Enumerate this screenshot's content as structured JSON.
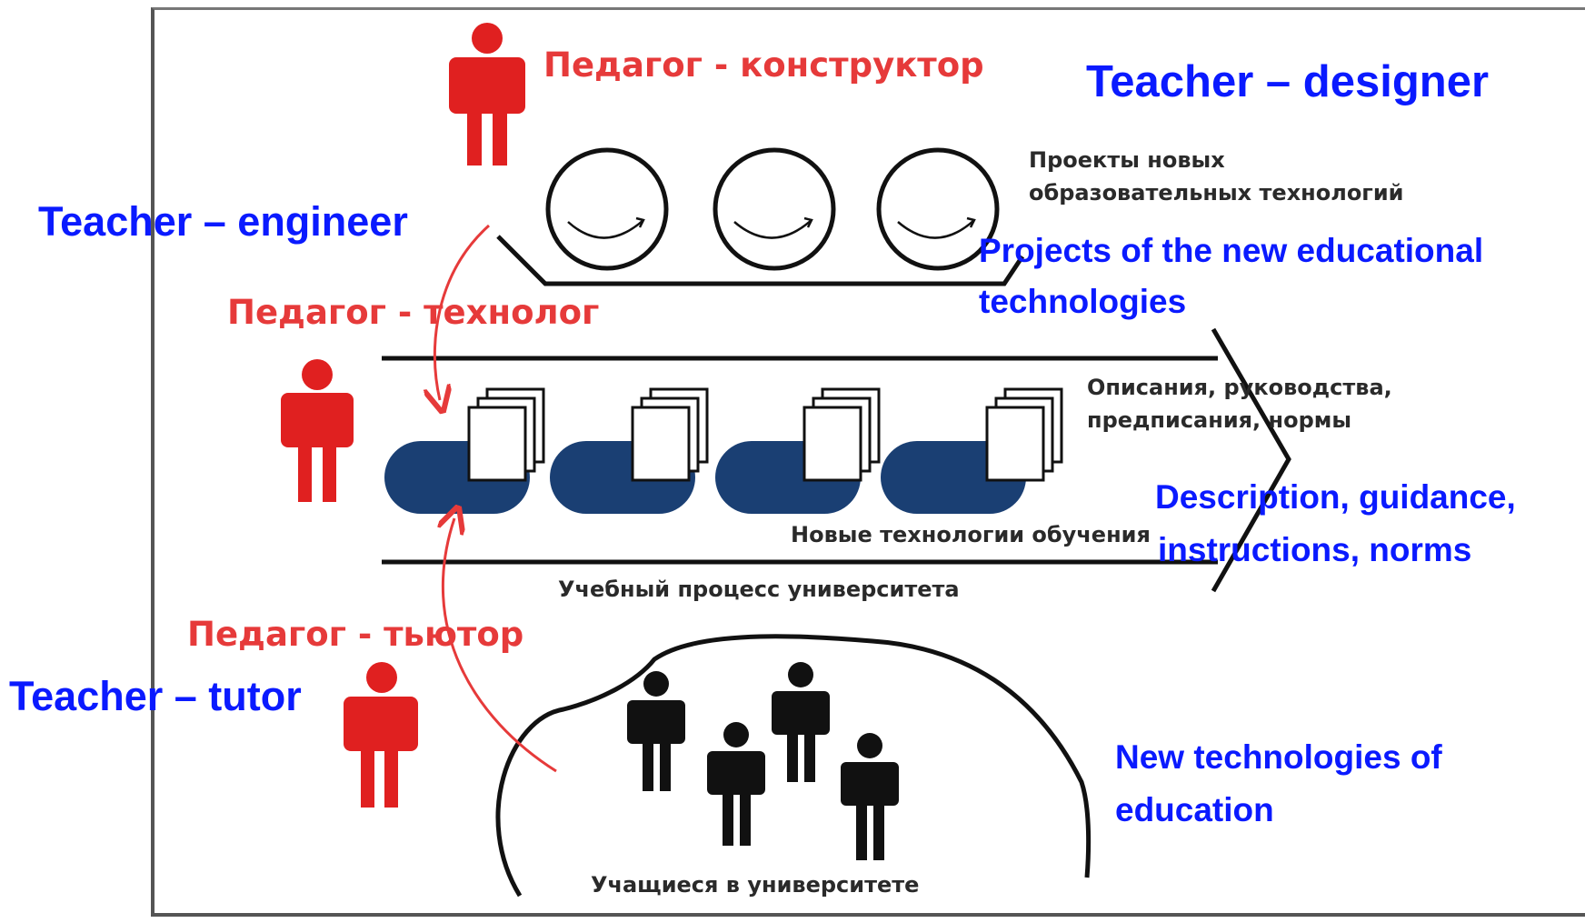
{
  "roles_ru": {
    "designer": "Педагог - конструктор",
    "technologist": "Педагог - технолог",
    "tutor": "Педагог - тьютор"
  },
  "roles_en": {
    "designer": "Teacher – designer",
    "engineer": "Teacher – engineer",
    "tutor": "Teacher – tutor"
  },
  "labels_ru": {
    "projects_line1": "Проекты новых",
    "projects_line2": "образовательных технологий",
    "descriptions_line1": "Описания, руководства,",
    "descriptions_line2": "предписания, нормы",
    "new_tech": "Новые технологии обучения",
    "process": "Учебный процесс университета",
    "students": "Учащиеся в университете"
  },
  "labels_en": {
    "projects_line1": "Projects of the new educational",
    "projects_line2": "technologies",
    "description_line1": "Description, guidance,",
    "description_line2": "instructions, norms",
    "new_tech_line1": "New technologies of",
    "new_tech_line2": "education"
  },
  "colors": {
    "role_red": "#e63a3a",
    "english_blue": "#0a1aff",
    "pill_navy": "#1a3f73"
  }
}
